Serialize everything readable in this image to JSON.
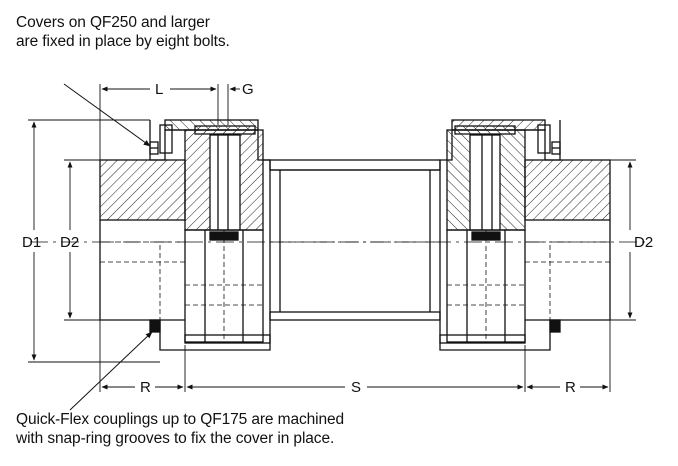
{
  "notes": {
    "top_line1": "Covers on QF250 and larger",
    "top_line2": "are fixed in place by eight bolts.",
    "bottom_line1": "Quick-Flex couplings up to QF175 are machined",
    "bottom_line2": "with snap-ring grooves to fix the cover in place."
  },
  "dimensions": {
    "L": "L",
    "G": "G",
    "D1": "D1",
    "D2_left": "D2",
    "D2_right": "D2",
    "R_left": "R",
    "S": "S",
    "R_right": "R"
  },
  "colors": {
    "line": "#111111",
    "background": "#ffffff",
    "hatch": "#222222"
  }
}
